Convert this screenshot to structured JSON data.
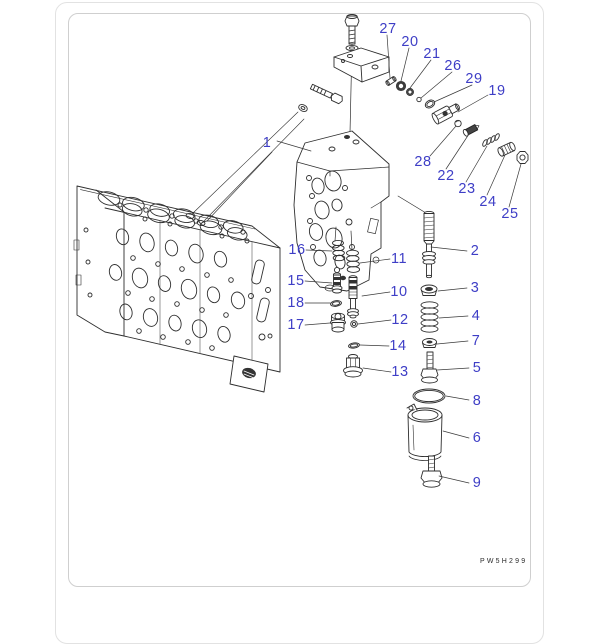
{
  "image": {
    "watermark": "PW5H299",
    "colors": {
      "callout": "#3e3ec6",
      "line": "#2e2e2e",
      "background": "#ffffff",
      "frame_border": "#e2e2e2",
      "card_border": "#cfcfcf"
    },
    "callouts": [
      "1",
      "2",
      "3",
      "4",
      "5",
      "6",
      "7",
      "8",
      "9",
      "10",
      "11",
      "12",
      "13",
      "14",
      "15",
      "16",
      "17",
      "18",
      "19",
      "20",
      "21",
      "22",
      "23",
      "24",
      "25",
      "26",
      "27",
      "28",
      "29"
    ]
  }
}
